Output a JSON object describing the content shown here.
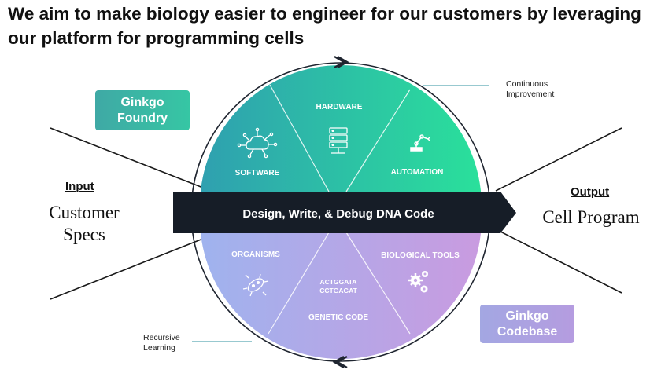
{
  "title": {
    "line1": "We aim to make biology easier to engineer for our customers by leveraging",
    "line2": "our platform for programming cells"
  },
  "boxes": {
    "foundry": {
      "line1": "Ginkgo",
      "line2": "Foundry"
    },
    "codebase": {
      "line1": "Ginkgo",
      "line2": "Codebase"
    }
  },
  "input": {
    "label": "Input",
    "text_line1": "Customer",
    "text_line2": "Specs"
  },
  "output": {
    "label": "Output",
    "text": "Cell Program"
  },
  "loop_notes": {
    "top_line1": "Continuous",
    "top_line2": "Improvement",
    "bottom_line1": "Recursive",
    "bottom_line2": "Learning"
  },
  "banner": {
    "text": "Design, Write, & Debug DNA Code"
  },
  "segments": {
    "software": "SOFTWARE",
    "hardware": "HARDWARE",
    "automation": "AUTOMATION",
    "organisms": "ORGANISMS",
    "genetic_code": "GENETIC CODE",
    "genetic_code_seq_line1": "ACTGGATA",
    "genetic_code_seq_line2": "CCTGAGAT",
    "biological_tools": "BIOLOGICAL TOOLS"
  },
  "icons": {
    "software": "cloud-network-icon",
    "hardware": "server-rack-icon",
    "automation": "robot-arm-icon",
    "organisms": "bacterium-icon",
    "biological_tools": "gears-icon"
  },
  "colors": {
    "banner": "#161d27",
    "top_gradient_start": "#2f9fb0",
    "top_gradient_end": "#2ae09b",
    "bottom_gradient_start": "#9fb3ee",
    "bottom_gradient_end": "#c99be0",
    "ring": "#1f2530"
  }
}
